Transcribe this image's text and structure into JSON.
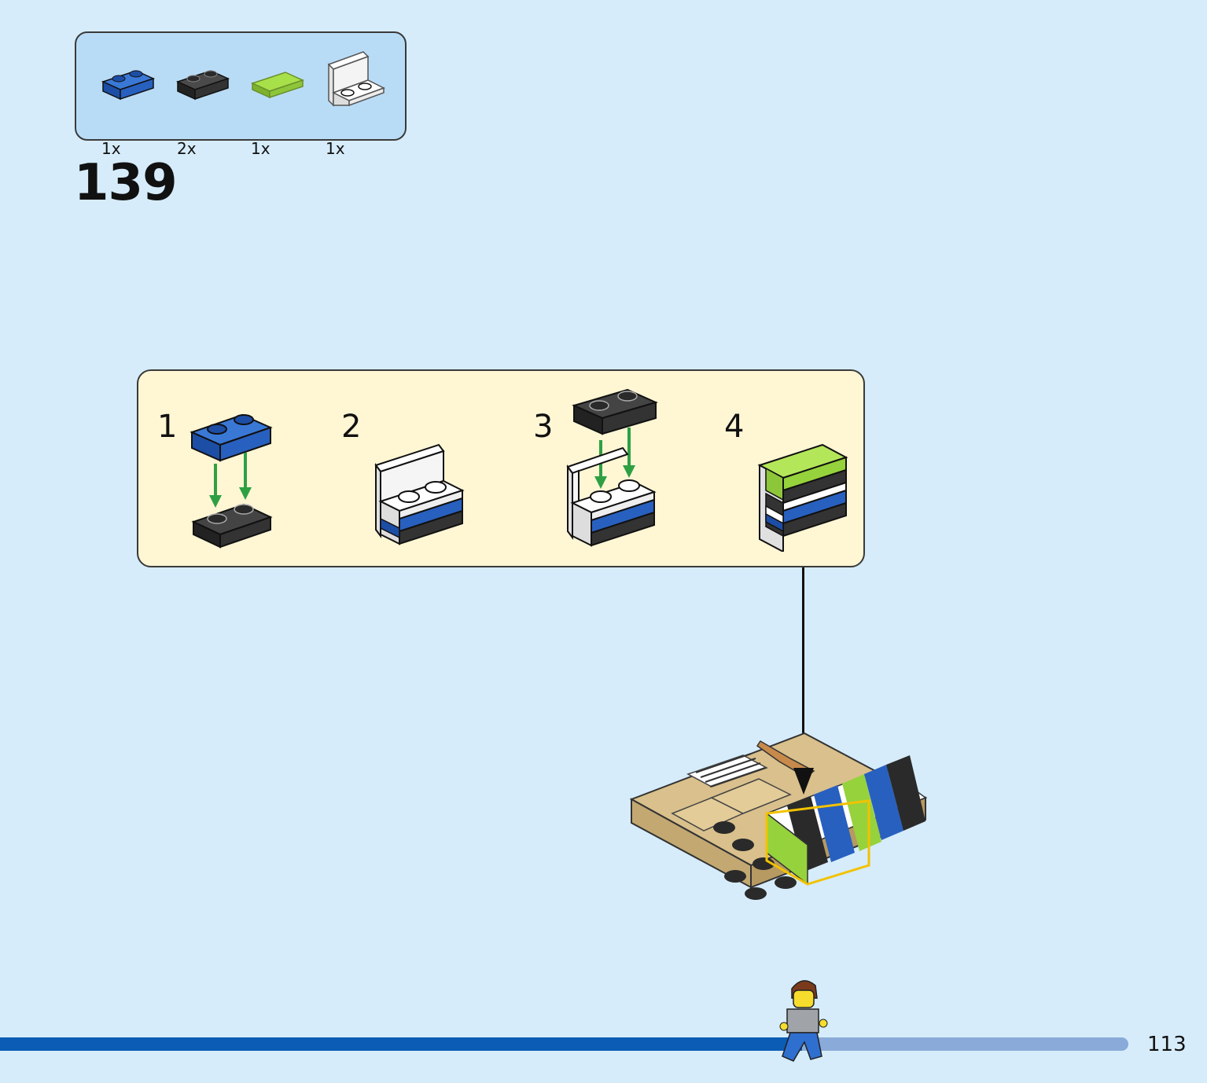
{
  "parts": [
    {
      "qty": "1x",
      "color": "#1f5fc4",
      "icon": "blue-plate-1x2-icon"
    },
    {
      "qty": "2x",
      "color": "#2b2b2b",
      "icon": "black-plate-1x2-icon"
    },
    {
      "qty": "1x",
      "color": "#96d23c",
      "icon": "lime-tile-1x2-icon"
    },
    {
      "qty": "1x",
      "color": "#ffffff",
      "icon": "white-bracket-icon"
    }
  ],
  "step_number": "139",
  "substeps": [
    "1",
    "2",
    "3",
    "4"
  ],
  "page_number": "113",
  "progress": 0.711,
  "colors": {
    "background": "#d6ecfa",
    "parts_panel": "#b9dcf6",
    "substep_panel": "#fff6d4",
    "arrow_green": "#2ea043",
    "highlight": "#f2c200",
    "tan": "#d9c08c",
    "progress_done": "#0a5cb5",
    "progress_rest": "#8aabd9"
  }
}
